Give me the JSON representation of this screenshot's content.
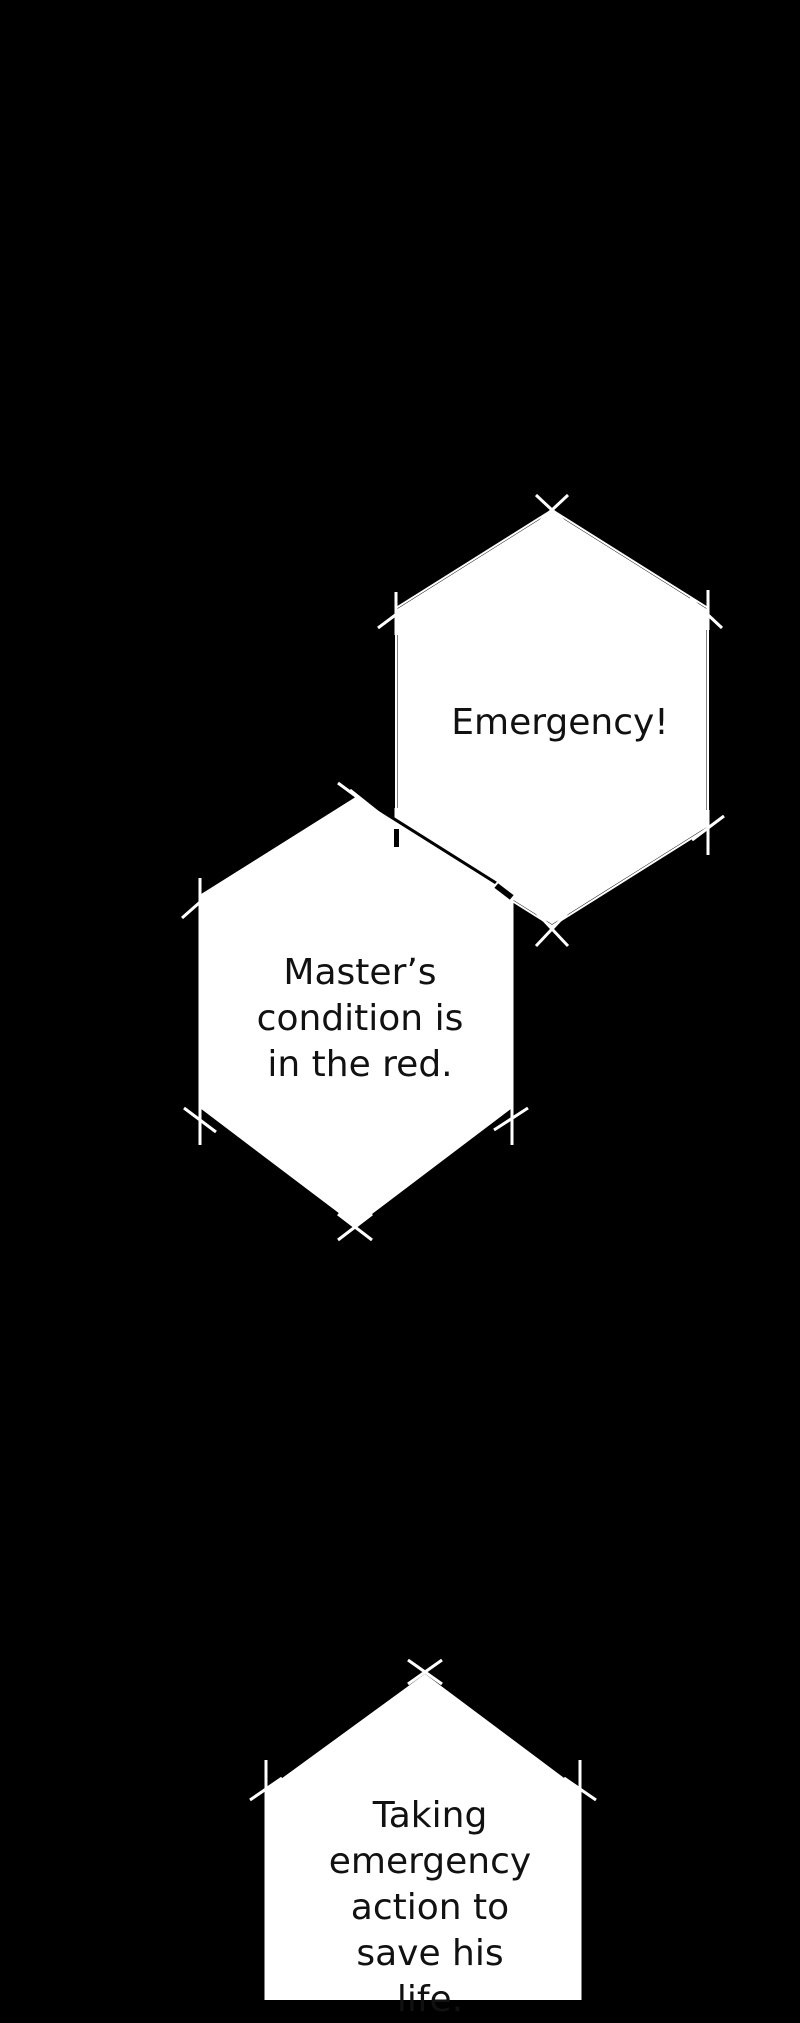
{
  "colors": {
    "background": "#000000",
    "bubble_fill": "#ffffff",
    "bubble_stroke": "#ffffff",
    "text": "#111111"
  },
  "bubbles": [
    {
      "text": "Emergency!"
    },
    {
      "text": "Master’s\ncondition is\nin the red."
    },
    {
      "text": "Taking\nemergency\naction to\nsave his\nlife."
    }
  ]
}
